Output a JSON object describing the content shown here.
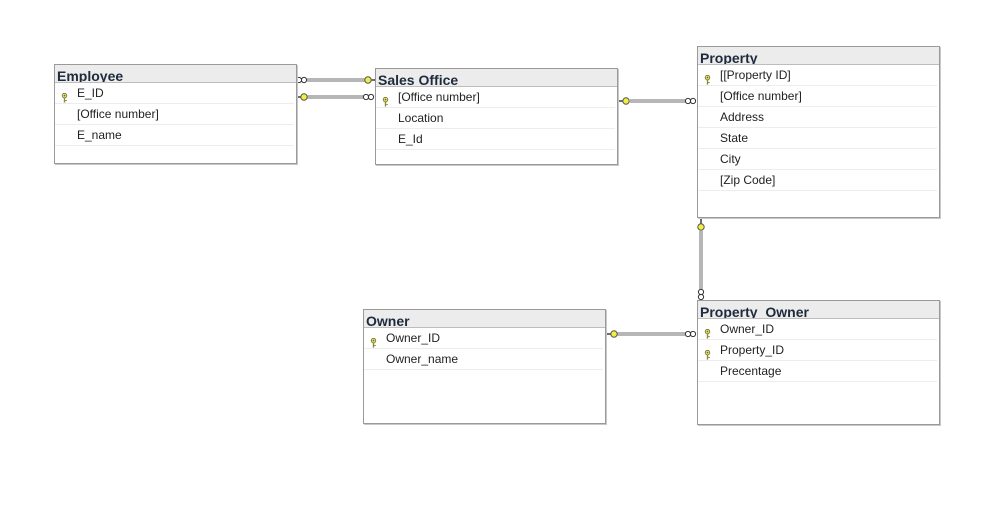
{
  "tables": {
    "employee": {
      "title": "Employee",
      "columns": [
        {
          "name": "E_ID",
          "pk": true
        },
        {
          "name": "[Office number]",
          "pk": false
        },
        {
          "name": "E_name",
          "pk": false
        }
      ]
    },
    "sales_office": {
      "title": "Sales Office",
      "columns": [
        {
          "name": "[Office number]",
          "pk": true
        },
        {
          "name": "Location",
          "pk": false
        },
        {
          "name": "E_Id",
          "pk": false
        }
      ]
    },
    "property": {
      "title": "Property",
      "columns": [
        {
          "name": "[[Property ID]",
          "pk": true
        },
        {
          "name": "[Office number]",
          "pk": false
        },
        {
          "name": "Address",
          "pk": false
        },
        {
          "name": "State",
          "pk": false
        },
        {
          "name": "City",
          "pk": false
        },
        {
          "name": "[Zip Code]",
          "pk": false
        }
      ]
    },
    "owner": {
      "title": "Owner",
      "columns": [
        {
          "name": "Owner_ID",
          "pk": true
        },
        {
          "name": "Owner_name",
          "pk": false
        }
      ]
    },
    "property_owner": {
      "title": "Property_Owner",
      "columns": [
        {
          "name": "Owner_ID",
          "pk": true
        },
        {
          "name": "Property_ID",
          "pk": true
        },
        {
          "name": "Precentage",
          "pk": false
        }
      ]
    }
  },
  "relationships": [
    {
      "from": "employee",
      "to": "sales_office",
      "one_end": "sales_office",
      "many_end": "employee"
    },
    {
      "from": "employee",
      "to": "sales_office",
      "one_end": "employee",
      "many_end": "sales_office"
    },
    {
      "from": "sales_office",
      "to": "property",
      "one_end": "sales_office",
      "many_end": "property"
    },
    {
      "from": "property",
      "to": "property_owner",
      "one_end": "property",
      "many_end": "property_owner"
    },
    {
      "from": "owner",
      "to": "property_owner",
      "one_end": "owner",
      "many_end": "property_owner"
    }
  ],
  "colors": {
    "key_icon": "#e8e070",
    "connector_one": "#f0ee40",
    "line": "#6e6e6e",
    "header_bg": "#ececec"
  }
}
